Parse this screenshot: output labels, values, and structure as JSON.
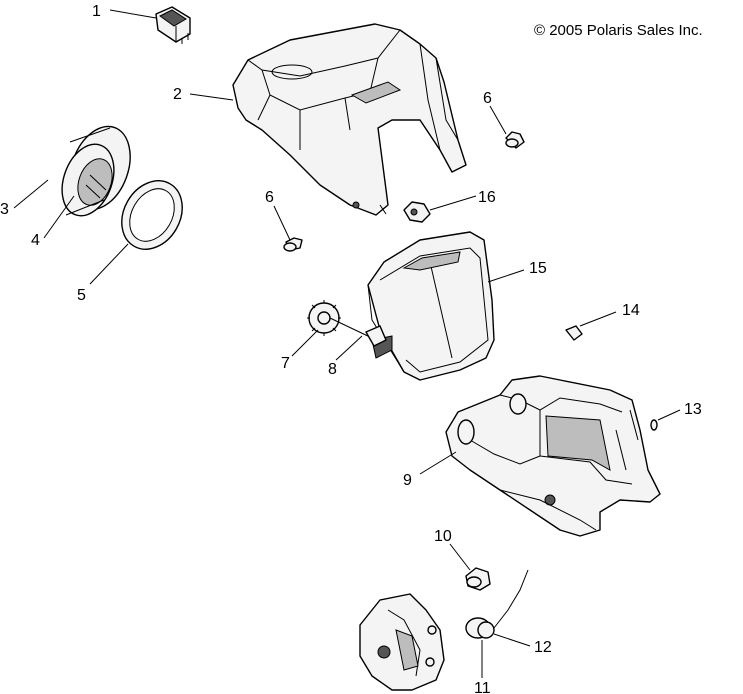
{
  "copyright": "© 2005 Polaris Sales Inc.",
  "callouts": {
    "c1": "1",
    "c2": "2",
    "c3": "3",
    "c4": "4",
    "c5": "5",
    "c6a": "6",
    "c6b": "6",
    "c7": "7",
    "c8": "8",
    "c9": "9",
    "c10": "10",
    "c11": "11",
    "c12": "12",
    "c13": "13",
    "c14": "14",
    "c15": "15",
    "c16": "16"
  }
}
